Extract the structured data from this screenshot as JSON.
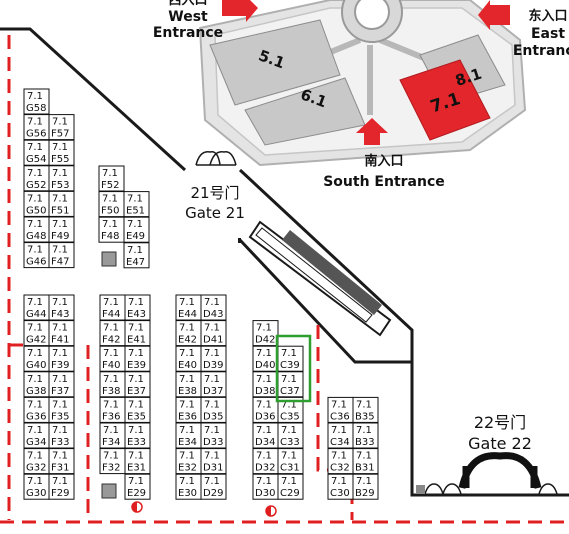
{
  "colors": {
    "wall": "#1a1a1a",
    "dashed": "#e02020",
    "hall_grey": "#c8c8c8",
    "hall_7_1": "#e3262b",
    "highlight": "#2e9e2e",
    "arrow": "#e3262b"
  },
  "hall_prefix": "7.1",
  "top_map": {
    "west_cn": "西入口",
    "west_en": "West",
    "west_en2": "Entrance",
    "east_cn": "东入口",
    "east_en": "East",
    "east_en2": "Entrance",
    "south_cn": "南入口",
    "south_en": "South Entrance",
    "halls": [
      {
        "label": "5.1"
      },
      {
        "label": "6.1"
      },
      {
        "label": "8.1"
      },
      {
        "label": "7.1"
      }
    ]
  },
  "gates": {
    "gate21_cn": "21号门",
    "gate21_en": "Gate 21",
    "gate22_cn": "22号门",
    "gate22_en": "Gate 22"
  },
  "booths": [
    "G58",
    "G56",
    "F57",
    "G54",
    "F55",
    "G52",
    "F53",
    "G50",
    "F51",
    "G48",
    "F49",
    "G46",
    "F47",
    "F52",
    "F50",
    "E51",
    "F48",
    "E49",
    "E47",
    "G44",
    "F43",
    "G42",
    "F41",
    "G40",
    "F39",
    "G38",
    "F37",
    "G36",
    "F35",
    "G34",
    "F33",
    "G32",
    "F31",
    "G30",
    "F29",
    "F44",
    "E43",
    "F42",
    "E41",
    "F40",
    "E39",
    "F38",
    "E37",
    "F36",
    "E35",
    "F34",
    "E33",
    "F32",
    "E31",
    "E29",
    "E44",
    "D43",
    "E42",
    "D41",
    "E40",
    "D39",
    "E38",
    "D37",
    "E36",
    "D35",
    "E34",
    "D33",
    "E32",
    "D31",
    "E30",
    "D29",
    "D42",
    "D40",
    "C39",
    "D38",
    "C37",
    "D36",
    "C35",
    "D34",
    "C33",
    "D32",
    "C31",
    "D30",
    "C29",
    "C36",
    "B35",
    "C34",
    "B33",
    "C32",
    "B31",
    "C30",
    "B29"
  ],
  "highlighted_booths": [
    "C39",
    "C37"
  ]
}
